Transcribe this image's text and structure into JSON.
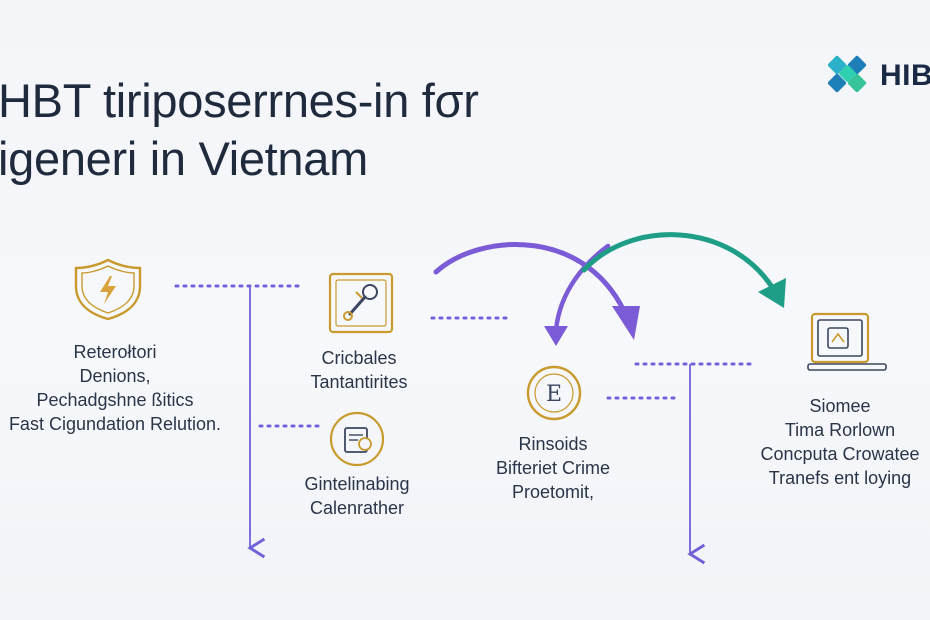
{
  "header": {
    "title_line1": "HBT tiriposerrnes-in fσr",
    "title_line2": "igeneri in Vietnam",
    "logo_text": "HIBT",
    "logo_icon": "hibt-x-logo"
  },
  "colors": {
    "purple": "#7b5bd6",
    "teal": "#1e9e86",
    "gold": "#c99a2e",
    "text": "#2a3548",
    "dots": "#6f62d8"
  },
  "nodes": [
    {
      "id": "security",
      "icon": "shield-lightning-icon",
      "lines": [
        "Reterołtori",
        "Denions,",
        "Pechadgshne ßitics",
        "Fast Cigundation Relution."
      ]
    },
    {
      "id": "contracts",
      "icon": "document-magnifier-icon",
      "lines": [
        "Cricbales",
        "Tantantirites"
      ]
    },
    {
      "id": "lending",
      "icon": "clipboard-coin-icon",
      "lines": [
        "Gintelinabing",
        "Calenrather"
      ]
    },
    {
      "id": "crime",
      "icon": "coin-e-icon",
      "lines": [
        "Rinsoids",
        "Bifteriet Crime",
        "Proetomit,"
      ]
    },
    {
      "id": "transfers",
      "icon": "device-window-icon",
      "lines": [
        "Siomee",
        "Tima Rorlown",
        "Concputa Crowatee",
        "Tranefs ent loying"
      ]
    }
  ]
}
